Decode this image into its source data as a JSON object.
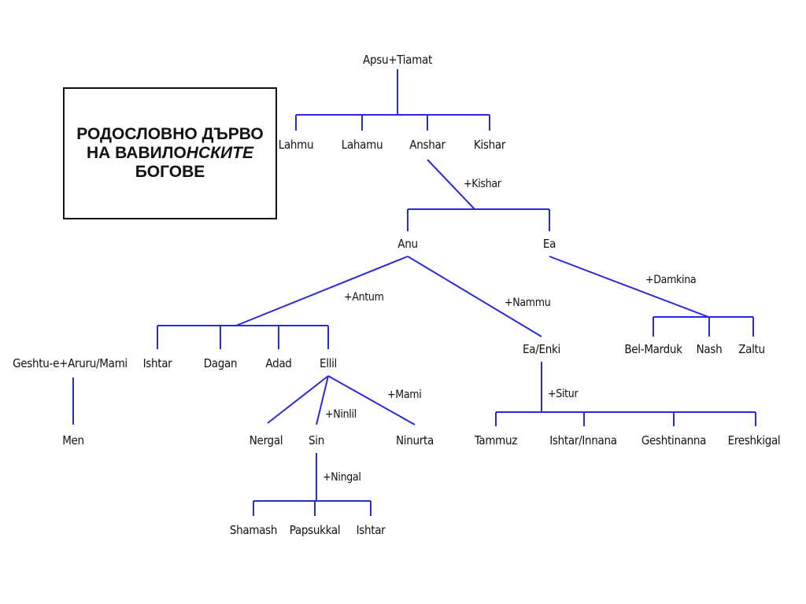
{
  "title": {
    "line1": "РОДОСЛОВНО ДЪРВО",
    "line2_upright": "НА ВАВИЛО",
    "line2_italic": "НСКИТЕ",
    "line3": "БОГОВЕ"
  },
  "nodes": {
    "apsu_tiamat": "Apsu+Tiamat",
    "lahmu": "Lahmu",
    "lahamu": "Lahamu",
    "anshar": "Anshar",
    "kishar": "Kishar",
    "anu": "Anu",
    "ea": "Ea",
    "geshtu": "Geshtu-e+Aruru/Mami",
    "ishtar_anu": "Ishtar",
    "dagan": "Dagan",
    "adad": "Adad",
    "ellil": "Ellil",
    "ea_enki": "Ea/Enki",
    "bel_marduk": "Bel-Marduk",
    "nash": "Nash",
    "zaltu": "Zaltu",
    "men": "Men",
    "nergal": "Nergal",
    "sin": "Sin",
    "ninurta": "Ninurta",
    "tammuz": "Tammuz",
    "ishtar_innana": "Ishtar/Innana",
    "geshtinanna": "Geshtinanna",
    "ereshkigal": "Ereshkigal",
    "shamash": "Shamash",
    "papsukkal": "Papsukkal",
    "ishtar_sin": "Ishtar"
  },
  "spouses": {
    "kishar": "+Kishar",
    "antum": "+Antum",
    "nammu": "+Nammu",
    "damkina": "+Damkina",
    "mami": "+Mami",
    "ninlil": "+Ninlil",
    "situr": "+Situr",
    "ningal": "+Ningal"
  },
  "colors": {
    "line": "#2a2ad6",
    "text": "#111111",
    "border": "#111111"
  }
}
